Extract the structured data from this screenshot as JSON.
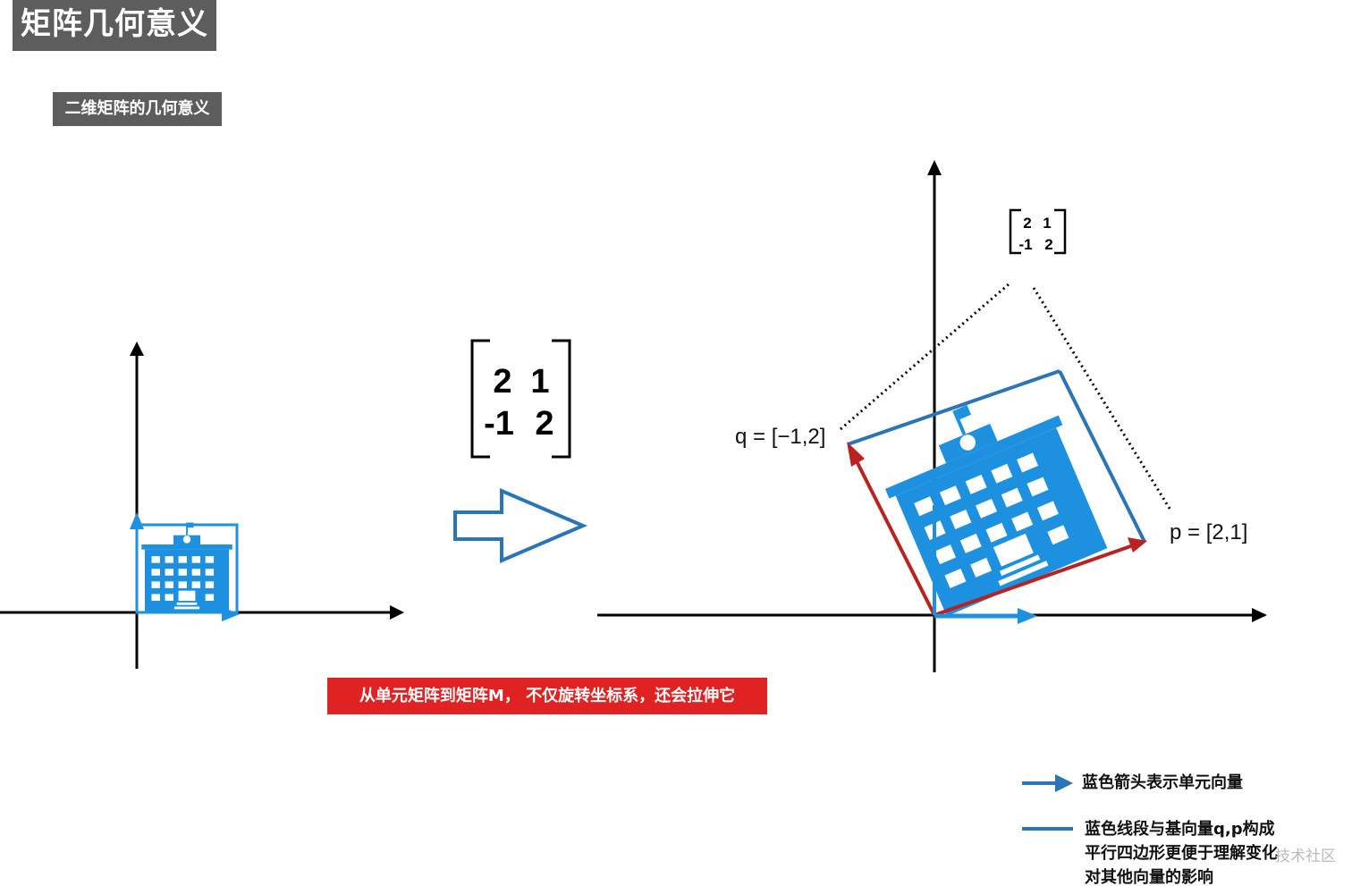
{
  "title": "矩阵几何意义",
  "subtitle": "二维矩阵的几何意义",
  "caption": "从单元矩阵到矩阵M， 不仅旋转坐标系，还会拉伸它",
  "matrix_large": {
    "row1": [
      "2",
      "1"
    ],
    "row2": [
      "-1",
      "2"
    ]
  },
  "matrix_small": {
    "row1": [
      "2",
      "1"
    ],
    "row2": [
      "-1",
      "2"
    ]
  },
  "vector_q_label": "q = [−1,2]",
  "vector_p_label": "p = [2,1]",
  "legend": {
    "arrow_text": "蓝色箭头表示单元向量",
    "line_text_1": "蓝色线段与基向量q,p构成",
    "line_text_2": "平行四边形更便于理解变化",
    "line_text_3": "对其他向量的影响"
  },
  "watermark": "技术社区",
  "colors": {
    "blue": "#1e90e0",
    "dark_blue": "#2a74b8",
    "red": "#b8221f",
    "caption_red": "#e02222",
    "tag_gray": "#5d5d5d"
  },
  "icons": {
    "building": "school-building-icon",
    "transform": "right-arrow-outline-icon"
  }
}
